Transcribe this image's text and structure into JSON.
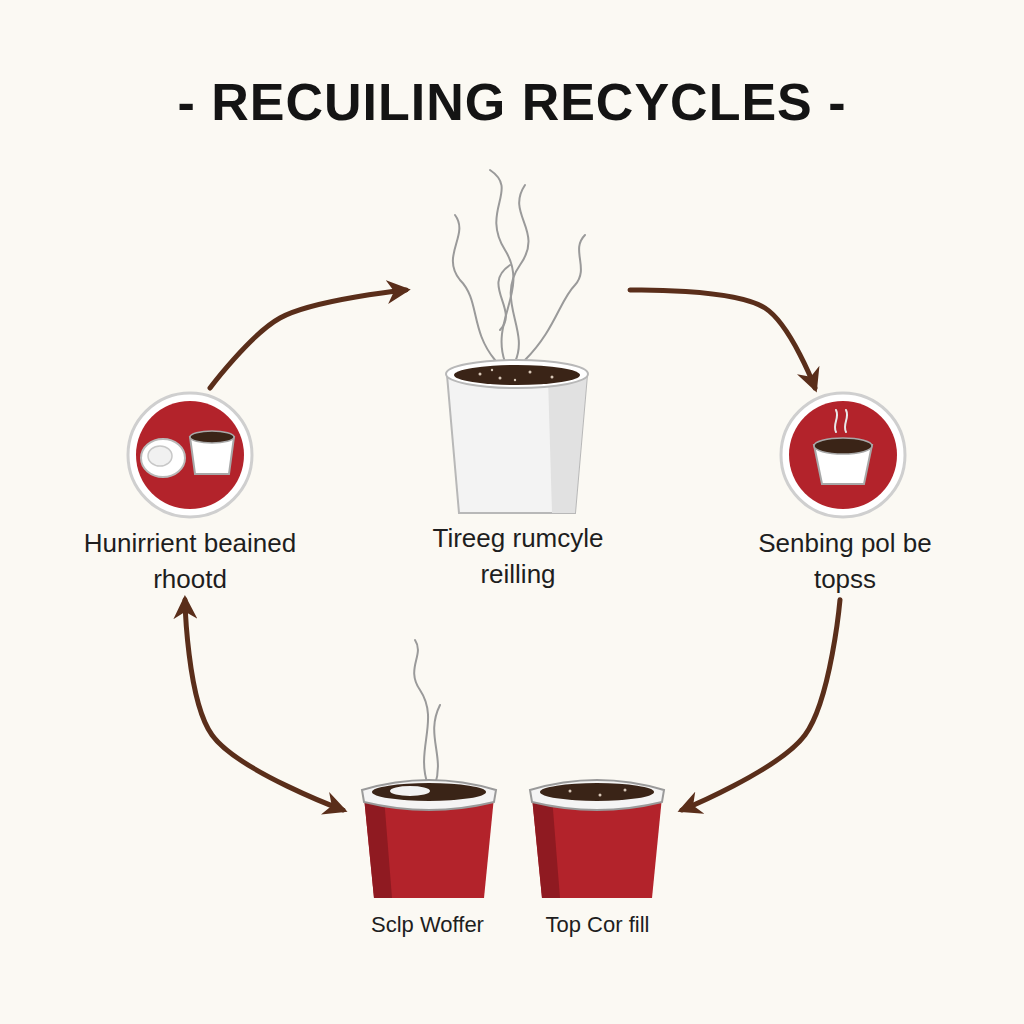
{
  "diagram": {
    "title": "- RECUILING RECYCLES -",
    "nodes": [
      {
        "text": [
          "Hunirrient beained rhootd"
        ]
      },
      {
        "text": [
          "Tireeg rumcyle reilling"
        ]
      },
      {
        "text": [
          "Senbing pol be topss"
        ]
      },
      {
        "text": [
          "Sclp Woffer"
        ]
      },
      {
        "text": [
          "Top Cor fill"
        ]
      }
    ],
    "edges": [
      {
        "from": 0,
        "to": 1,
        "arrow": "to"
      },
      {
        "from": 1,
        "to": 2,
        "arrow": "to"
      },
      {
        "from": 2,
        "to": 4,
        "arrow": "to"
      },
      {
        "from": 0,
        "to": 3,
        "arrow": "both"
      }
    ]
  }
}
